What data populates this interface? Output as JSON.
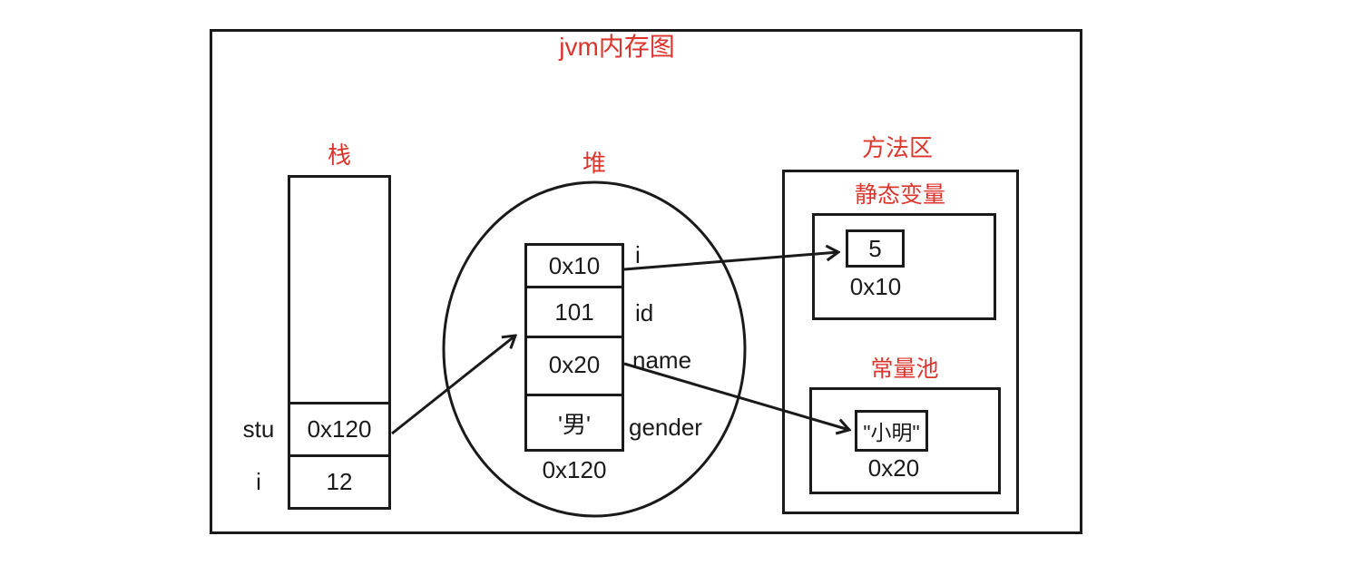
{
  "title": "jvm内存图",
  "colors": {
    "label_red": "#dc352e",
    "line_black": "#1a1a1a"
  },
  "stack": {
    "label": "栈",
    "rows": [
      {
        "name": "stu",
        "value": "0x120"
      },
      {
        "name": "i",
        "value": "12"
      }
    ]
  },
  "heap": {
    "label": "堆",
    "object_address": "0x120",
    "fields": [
      {
        "value": "0x10",
        "field": "i"
      },
      {
        "value": "101",
        "field": "id"
      },
      {
        "value": "0x20",
        "field": "name"
      },
      {
        "value": "'男'",
        "field": "gender"
      }
    ]
  },
  "method_area": {
    "label": "方法区",
    "static_section": {
      "label": "静态变量",
      "value": "5",
      "address": "0x10"
    },
    "constant_pool": {
      "label": "常量池",
      "value": "\"小明\"",
      "address": "0x20"
    }
  }
}
